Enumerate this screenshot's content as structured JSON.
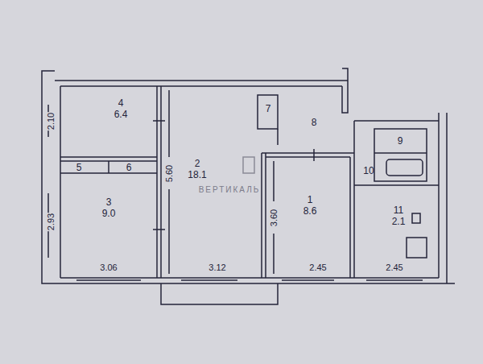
{
  "diagram": {
    "nodes": [
      {
        "text": [
          "4",
          "6.4"
        ]
      },
      {
        "text": [
          "5"
        ]
      },
      {
        "text": [
          "6"
        ]
      },
      {
        "text": [
          "3",
          "9.0"
        ]
      },
      {
        "text": [
          "2",
          "18.1"
        ]
      },
      {
        "text": [
          "7"
        ]
      },
      {
        "text": [
          "8"
        ]
      },
      {
        "text": [
          "1",
          "8.6"
        ]
      },
      {
        "text": [
          "9"
        ]
      },
      {
        "text": [
          "10"
        ]
      },
      {
        "text": [
          "11",
          "2.1"
        ]
      }
    ],
    "labels": [
      "2.10",
      "2.93",
      "3.06",
      "5.60",
      "3.12",
      "3.60",
      "2.45",
      "2.45",
      "ВЕРТИКАЛЬ"
    ]
  }
}
